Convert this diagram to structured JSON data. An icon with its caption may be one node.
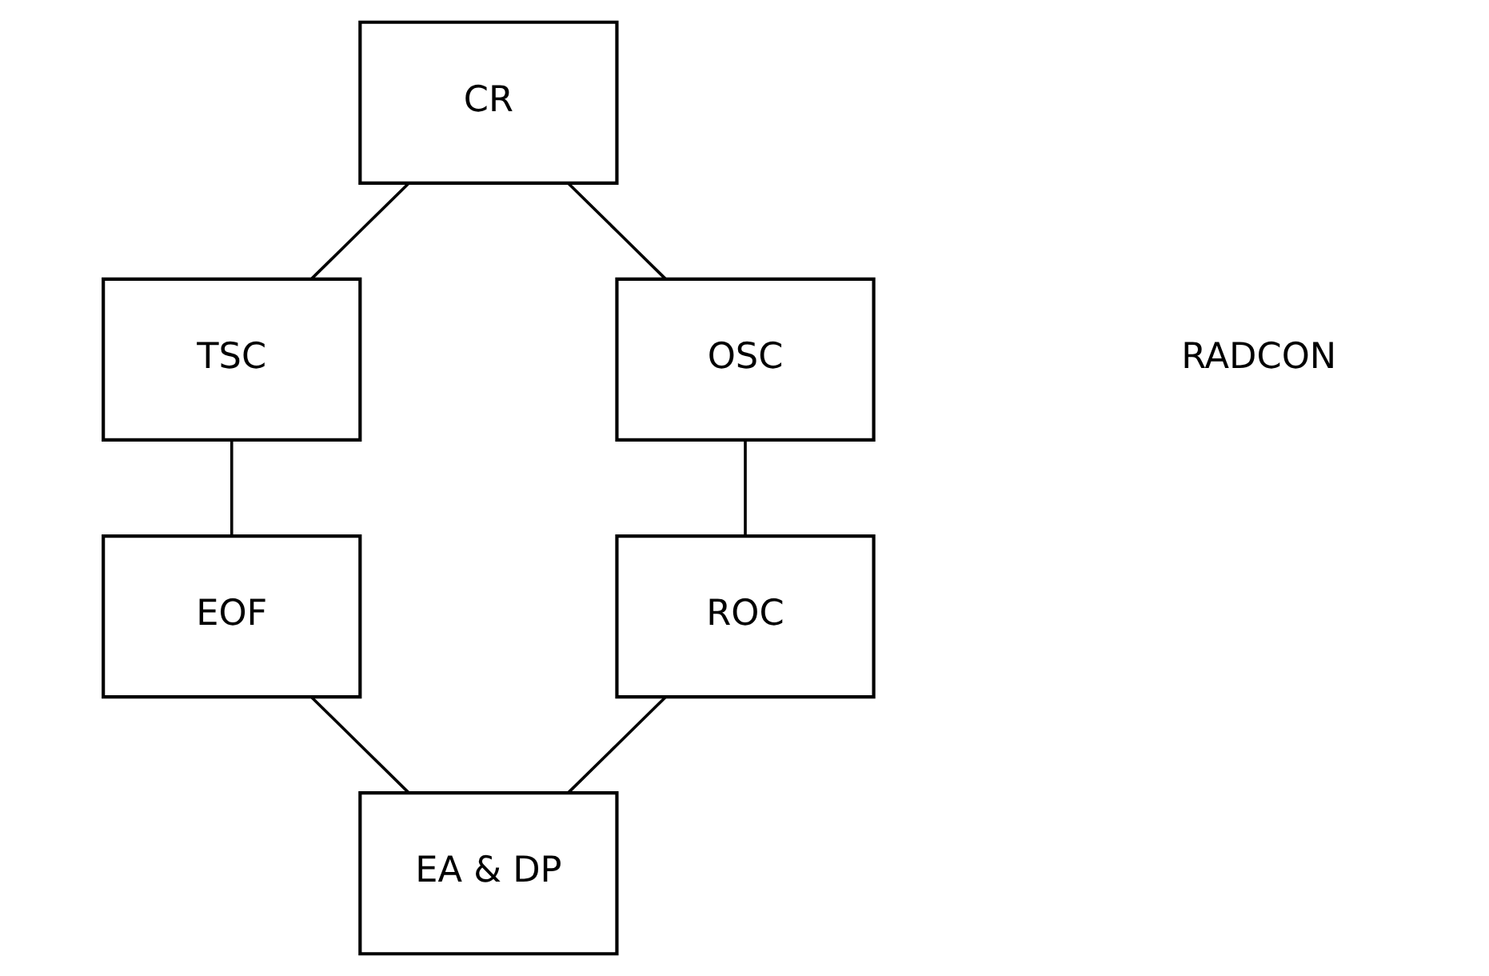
{
  "diagram": {
    "nodes": [
      {
        "text": [
          "CR"
        ]
      },
      {
        "text": [
          "TSC"
        ]
      },
      {
        "text": [
          "OSC"
        ]
      },
      {
        "text": [
          "EOF"
        ]
      },
      {
        "text": [
          "ROC"
        ]
      },
      {
        "text": [
          "EA & DP"
        ]
      }
    ],
    "edges": [
      {
        "from": 0,
        "to": 1,
        "arrow": "none"
      },
      {
        "from": 0,
        "to": 2,
        "arrow": "none"
      },
      {
        "from": 1,
        "to": 3,
        "arrow": "none"
      },
      {
        "from": 2,
        "to": 4,
        "arrow": "none"
      },
      {
        "from": 3,
        "to": 5,
        "arrow": "none"
      },
      {
        "from": 4,
        "to": 5,
        "arrow": "none"
      }
    ],
    "labels": [
      "RADCON"
    ]
  }
}
